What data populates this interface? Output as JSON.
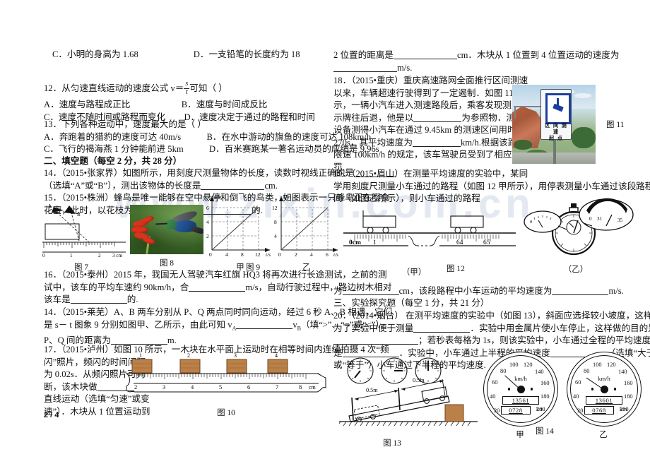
{
  "page": {
    "number": "2 / 4",
    "watermark": "www.zixin.com.cn"
  },
  "left_column": {
    "q11_options": {
      "c": "C．小明的身高为 1.68",
      "d": "D．一支铅笔的长度约为 18"
    },
    "q12": {
      "number": "12．",
      "stem_before": "从匀速直线运动的速度公式 v＝",
      "frac_num": "s",
      "frac_den": "t",
      "stem_after": "可知（      ）",
      "options": [
        "A．速度与路程成正比",
        "B．速度与时间成反比",
        "C．速度不随时间或路程而变化",
        "D．速度决定于通过的路程和时间"
      ]
    },
    "q13": {
      "number": "13．",
      "stem": "下列各种运动中，速度最大的是（      ）",
      "options": [
        "A．奔跑着的猎豹的速度可达 40m/s",
        "B．在水中游动的旗鱼的速度可达 108km/h",
        "C．飞行的褐海燕 1 分钟能前进 5km",
        "D．百米赛跑某一著名运动员的成绩是 9.96s"
      ]
    },
    "section2_title": "二、填空题（每空 2 分，共 28 分）",
    "q14": {
      "number": "14．",
      "line1": "（2015•张家界）如图所示，用刻度尺测量物体的长度，读数时视线正确的是",
      "line2": "（选填“A”或“B”），测出该物体的长度是",
      "unit": "cm."
    },
    "q15": {
      "number": "15．",
      "line1": "（2015•株洲）蜂鸟是唯一能够在空中悬停和倒飞的鸟类，如图表示一只蜂鸟正在啜食",
      "line2": "花蜜，此时，以花枝为参照物，蜂鸟是",
      "line2_tail": "的."
    },
    "q16": {
      "number": "16．",
      "line1": "（2015•泰州）2015 年，我国无人驾驶汽车红旗 HQ3 将再次进行长途测试，之前的测",
      "line2": "试中，该车的平均车速约 90km/h，合",
      "line2_tail": "m/s，自动行驶过程中，路边树木相对",
      "line3": "该车是",
      "line3_tail": "的."
    },
    "q14b": {
      "number": "14．",
      "line1": "（2015•莱芜）A、B 两车分别从 P、Q 两点同时同向运动，经过 6 秒 A、B 相遇，它们",
      "line2": "是 s－ t 图象 9 分别如图甲、乙所示，由此可知 v",
      "sub": "A",
      "line2_mid": "v",
      "sub2": "B",
      "line2_tail": "（填“>”、“=”或“<”），",
      "line3": "P、Q 间的距离为",
      "line3_tail": "m."
    },
    "q17": {
      "number": "17．",
      "line1": "（2015•泸州）如图 10 所示，一木块在水平面上运动时在相等时间内连续拍摄 4 次“频",
      "line2": "闪”照片，频闪的时间间隔",
      "line3": "为 0.02s．从频闪照片可判",
      "line4": "断，该木块做",
      "line5": "直线运动（选填“匀速”或变",
      "line6": "速”）．木块从 1 位置运动到"
    },
    "fig7": {
      "caption": "图 7",
      "label_a": "A",
      "label_b": "B",
      "ticks": [
        "0",
        "1",
        "2",
        "3 cm"
      ]
    },
    "fig8": {
      "caption": "图 8"
    },
    "fig9": {
      "caption": "图 9",
      "label_jia": "甲",
      "label_yi": "乙",
      "y_axis": "s/m",
      "x_axis": "t/s"
    },
    "fig10": {
      "caption": "图 10",
      "block_labels": [
        "1",
        "2",
        "3",
        "4"
      ],
      "ticks": [
        "2",
        "3",
        "4",
        "5",
        "6",
        "7",
        "8"
      ],
      "unit": "cm"
    }
  },
  "right_column": {
    "q17_cont": {
      "line1": "2 位置的距离是",
      "line1_mid": "cm．木块从 1 位置到 4 位置运动的速度为",
      "line2_tail": "m/s."
    },
    "q18": {
      "number": "18．",
      "lines": [
        "（2015•重庆）重庆高速路网全面推行区间测速",
        "以来，车辆超速行驶得到了一定遏制．如图 11 所",
        "示，一辆小汽车进入测速路段后，乘客发现测速提",
        "示牌往后退，他是以",
        "为参照物．测速",
        "设备测得小汽车在通过 9.45km 的测速区间用时",
        "270s，其平均速度为",
        "km/h.根据该路段",
        "限速 100km/h 的规定，该车驾驶员受到了相应处",
        "罚."
      ]
    },
    "q19": {
      "number": "19．",
      "line1": "（2015•眉山）在测量平均速度的实验中，某同",
      "line2": "学用刻度尺测量小车通过的路程（如图 12 甲所示），用停表测量小车通过该段路程所用时",
      "line3": "间（如图乙所示），则小车通过的路程",
      "line4": "为",
      "line4_mid": "cm，该段路程中小车运动的平均速度为",
      "line4_tail": "m/s."
    },
    "section3_title": "三、实验探究题（每空 1 分，共 21 分）",
    "q20": {
      "number": "20．",
      "line1": "（2014•烟台）  在测平均速度的实验中（如图 13），斜面应选择较小坡度，这样设计是",
      "line2": "为了实验中便于测量",
      "line2_tail": "．实验中用金属片使小车停止，这样做的目的是：",
      "line3_tail": "；若秒表每格为 1s，则该实验中，小车通过全程的平均速度",
      "line4": "是",
      "line4_tail": "．实验中，小车通过上半程的平均速度",
      "line4_end": "（选填“大于”、“小于”",
      "line5": "或“等于”）小车通过下半程的平均速度."
    },
    "fig11": {
      "caption": "图 11",
      "sign_text_line1": "区 间 测 速",
      "sign_text_line2": "起      点"
    },
    "fig12": {
      "caption": "图 12",
      "label_jia": "（甲）",
      "label_yi": "（乙）",
      "ruler_left": [
        "0cm",
        "1"
      ],
      "ruler_right": [
        "64",
        "65"
      ],
      "stopwatch_small_dial": "0",
      "stopwatch_big_dial": [
        "0",
        "31",
        "35"
      ]
    },
    "fig13": {
      "caption": "图 13",
      "dist_1": "0.5m",
      "dist_2": "0.5m"
    },
    "fig14": {
      "caption": "图 14",
      "label_jia": "甲",
      "label_yi": "乙",
      "unit_label": "km/h",
      "odo_unit": "km",
      "dial_numbers": [
        "20",
        "40",
        "60",
        "80",
        "100",
        "120",
        "140",
        "160",
        "180",
        "200"
      ],
      "jia": {
        "odo_total": "13561",
        "odo_trip": "0728",
        "needle_value": 70
      },
      "yi": {
        "odo_total": "13601",
        "odo_trip": "0768",
        "needle_value": 62
      }
    }
  },
  "chart_data": [
    {
      "type": "line",
      "title": "甲",
      "xlabel": "t/s",
      "ylabel": "s/m",
      "x": [
        0,
        4,
        8,
        12
      ],
      "values": [
        0,
        2,
        4,
        6
      ],
      "xlim": [
        0,
        13
      ],
      "ylim": [
        0,
        7
      ],
      "xticks": [
        0,
        4,
        8,
        12
      ],
      "yticks": [
        2,
        4,
        6
      ],
      "grid": true,
      "legend": "none"
    },
    {
      "type": "line",
      "title": "乙",
      "xlabel": "t/s",
      "ylabel": "s/m",
      "x": [
        0,
        2,
        4,
        6
      ],
      "values": [
        0,
        4,
        8,
        12
      ],
      "xlim": [
        0,
        7
      ],
      "ylim": [
        0,
        14
      ],
      "xticks": [
        0,
        2,
        4,
        6
      ],
      "yticks": [
        4,
        8,
        12
      ],
      "grid": true,
      "legend": "none"
    }
  ]
}
